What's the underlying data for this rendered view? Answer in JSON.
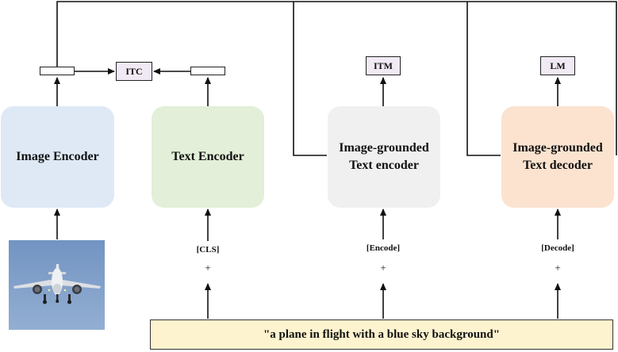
{
  "modules": {
    "image_encoder": {
      "label": "Image Encoder",
      "color": "#dfe9f6"
    },
    "text_encoder": {
      "label": "Text Encoder",
      "color": "#e3efd8"
    },
    "grounded_encoder": {
      "line1": "Image-grounded",
      "line2": "Text encoder",
      "color": "#f0f0f0"
    },
    "grounded_decoder": {
      "line1": "Image-grounded",
      "line2": "Text decoder",
      "color": "#fbe3d0"
    }
  },
  "losses": {
    "itc": "ITC",
    "itm": "ITM",
    "lm": "LM"
  },
  "tokens": {
    "cls": "[CLS]",
    "encode": "[Encode]",
    "decode": "[Decode]",
    "plus": "+"
  },
  "caption": "\"a plane in flight with a blue sky background\"",
  "image": {
    "sky_color": "#7f9ec6",
    "icon": "airplane-photo"
  }
}
